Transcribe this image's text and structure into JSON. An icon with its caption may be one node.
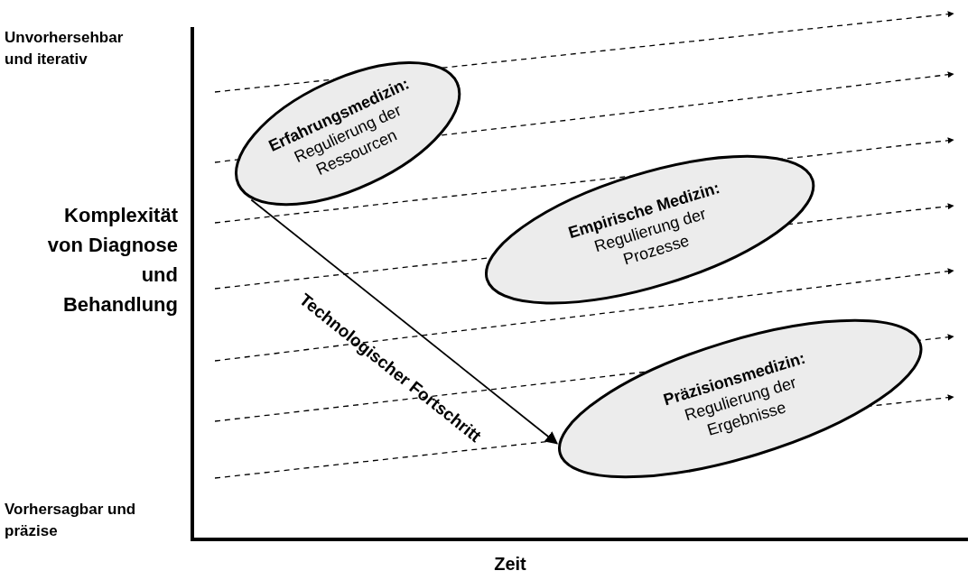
{
  "diagram": {
    "nodes": [
      {
        "text": [
          "Erfahrungsmedizin:",
          "Regulierung der Ressourcen"
        ]
      },
      {
        "text": [
          "Empirische Medizin:",
          "Regulierung der Prozesse"
        ]
      },
      {
        "text": [
          "Präzisionsmedizin:",
          "Regulierung der Ergebnisse"
        ]
      }
    ],
    "edges": [
      {
        "from": 0,
        "to": 2,
        "label": "Technologischer Fortschritt",
        "arrow": "to"
      }
    ],
    "labels": [
      "Unvorhersehbar und iterativ",
      "Komplexität von Diagnose und Behandlung",
      "Vorhersagbar und präzise",
      "Zeit"
    ]
  }
}
